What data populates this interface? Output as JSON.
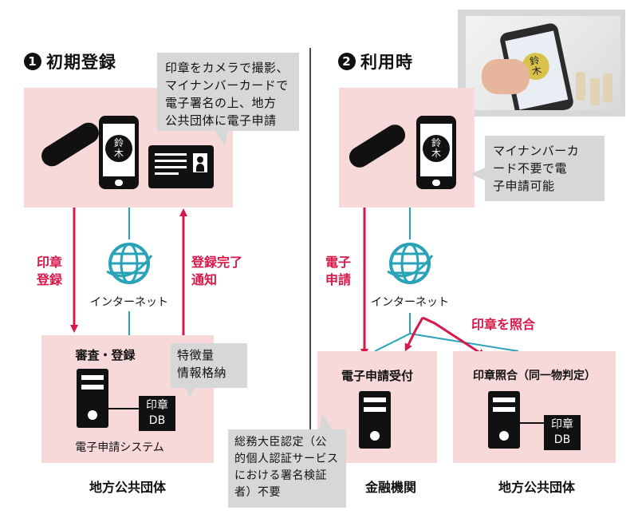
{
  "left": {
    "step_num": "1",
    "title": "初期登録",
    "callout_lines": [
      "印章をカメラで撮影、",
      "マイナンバーカードで",
      "電子署名の上、地方",
      "公共団体に電子申請"
    ],
    "seal_chars": "鈴\n木",
    "arrow_down_label": [
      "印章",
      "登録"
    ],
    "arrow_up_label": [
      "登録完了",
      "通知"
    ],
    "internet_label": "インターネット",
    "server_box_title": "審査・登録",
    "info_callout": [
      "特徴量",
      "情報格納"
    ],
    "db_label": [
      "印章",
      "DB"
    ],
    "system_label": "電子申請システム",
    "org_label": "地方公共団体"
  },
  "right": {
    "step_num": "2",
    "title": "利用時",
    "callout_lines": [
      "マイナンバーカ",
      "ード不要で電",
      "子申請可能"
    ],
    "seal_chars": "鈴\n木",
    "arrow_label": [
      "電子",
      "申請"
    ],
    "internet_label": "インターネット",
    "match_label": "印章を照合",
    "reception_title": "電子申請受付",
    "match_title": "印章照合（同一物判定）",
    "db_label": [
      "印章",
      "DB"
    ],
    "org_bank": "金融機関",
    "org_local": "地方公共団体"
  },
  "bottom_callout": [
    "総務大臣認定（公",
    "的個人認証サービス",
    "における署名検証",
    "者）不要"
  ],
  "colors": {
    "pink": "#f7d9da",
    "gray": "#d7d7d7",
    "red": "#d6194a",
    "teal": "#2aa3b8",
    "black": "#111111"
  }
}
